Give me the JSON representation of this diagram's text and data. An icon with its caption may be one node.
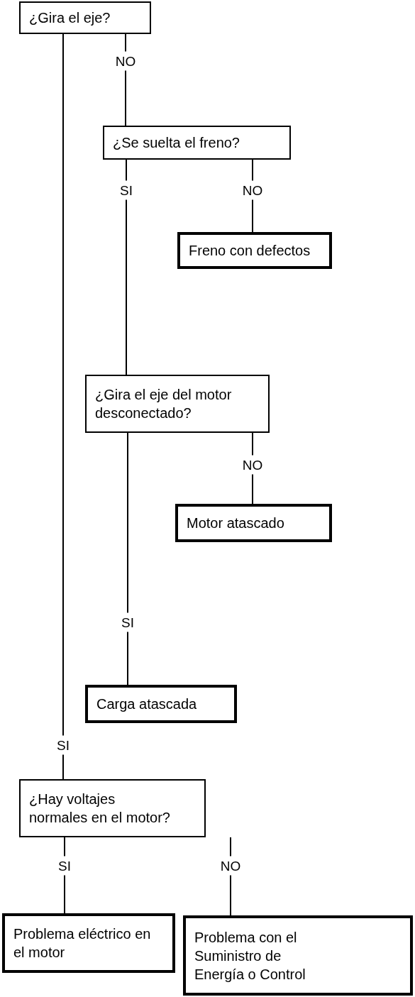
{
  "diagram": {
    "nodes": [
      {
        "text": [
          "¿Gira el eje?"
        ]
      },
      {
        "text": [
          "¿Se suelta el freno?"
        ]
      },
      {
        "text": [
          "Freno con defectos"
        ]
      },
      {
        "text": [
          "¿Gira el eje del motor desconectado?"
        ]
      },
      {
        "text": [
          "Motor atascado"
        ]
      },
      {
        "text": [
          "Carga atascada"
        ]
      },
      {
        "text": [
          "¿Hay voltajes normales en el motor?"
        ]
      },
      {
        "text": [
          "Problema eléctrico en el motor"
        ]
      },
      {
        "text": [
          "Problema con el Suministro de Energía o Control"
        ]
      }
    ],
    "edges": [
      {
        "from": 0,
        "to": 1,
        "arrow": "none",
        "label": "NO"
      },
      {
        "from": 1,
        "to": 2,
        "arrow": "none",
        "label": "NO"
      },
      {
        "from": 1,
        "to": 3,
        "arrow": "none",
        "label": "SI"
      },
      {
        "from": 3,
        "to": 4,
        "arrow": "none",
        "label": "NO"
      },
      {
        "from": 3,
        "to": 5,
        "arrow": "none",
        "label": "SI"
      },
      {
        "from": 0,
        "to": 6,
        "arrow": "none",
        "label": "SI"
      },
      {
        "from": 6,
        "to": 7,
        "arrow": "none",
        "label": "SI"
      },
      {
        "from": 6,
        "to": 8,
        "arrow": "none",
        "label": "NO"
      }
    ]
  }
}
